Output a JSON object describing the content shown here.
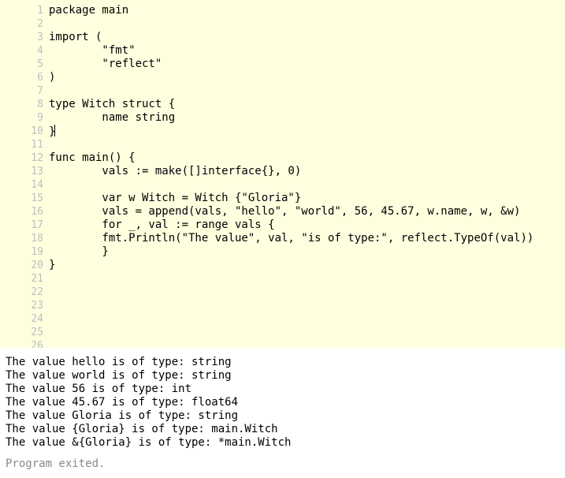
{
  "editor": {
    "lines": [
      {
        "num": "1",
        "text": "package main"
      },
      {
        "num": "2",
        "text": ""
      },
      {
        "num": "3",
        "text": "import ("
      },
      {
        "num": "4",
        "text": "        \"fmt\""
      },
      {
        "num": "5",
        "text": "        \"reflect\""
      },
      {
        "num": "6",
        "text": ")"
      },
      {
        "num": "7",
        "text": ""
      },
      {
        "num": "8",
        "text": "type Witch struct {"
      },
      {
        "num": "9",
        "text": "        name string"
      },
      {
        "num": "10",
        "text": "}"
      },
      {
        "num": "11",
        "text": ""
      },
      {
        "num": "12",
        "text": "func main() {"
      },
      {
        "num": "13",
        "text": "        vals := make([]interface{}, 0)"
      },
      {
        "num": "14",
        "text": ""
      },
      {
        "num": "15",
        "text": "        var w Witch = Witch {\"Gloria\"}"
      },
      {
        "num": "16",
        "text": "        vals = append(vals, \"hello\", \"world\", 56, 45.67, w.name, w, &w)"
      },
      {
        "num": "17",
        "text": "        for _, val := range vals {"
      },
      {
        "num": "18",
        "text": "        fmt.Println(\"The value\", val, \"is of type:\", reflect.TypeOf(val))"
      },
      {
        "num": "19",
        "text": "        }"
      },
      {
        "num": "20",
        "text": "}"
      },
      {
        "num": "21",
        "text": ""
      },
      {
        "num": "22",
        "text": ""
      },
      {
        "num": "23",
        "text": ""
      },
      {
        "num": "24",
        "text": ""
      },
      {
        "num": "25",
        "text": ""
      },
      {
        "num": "26",
        "text": ""
      }
    ]
  },
  "output": {
    "lines": [
      "The value hello is of type: string",
      "The value world is of type: string",
      "The value 56 is of type: int",
      "The value 45.67 is of type: float64",
      "The value Gloria is of type: string",
      "The value {Gloria} is of type: main.Witch",
      "The value &{Gloria} is of type: *main.Witch"
    ],
    "status": "Program exited."
  }
}
